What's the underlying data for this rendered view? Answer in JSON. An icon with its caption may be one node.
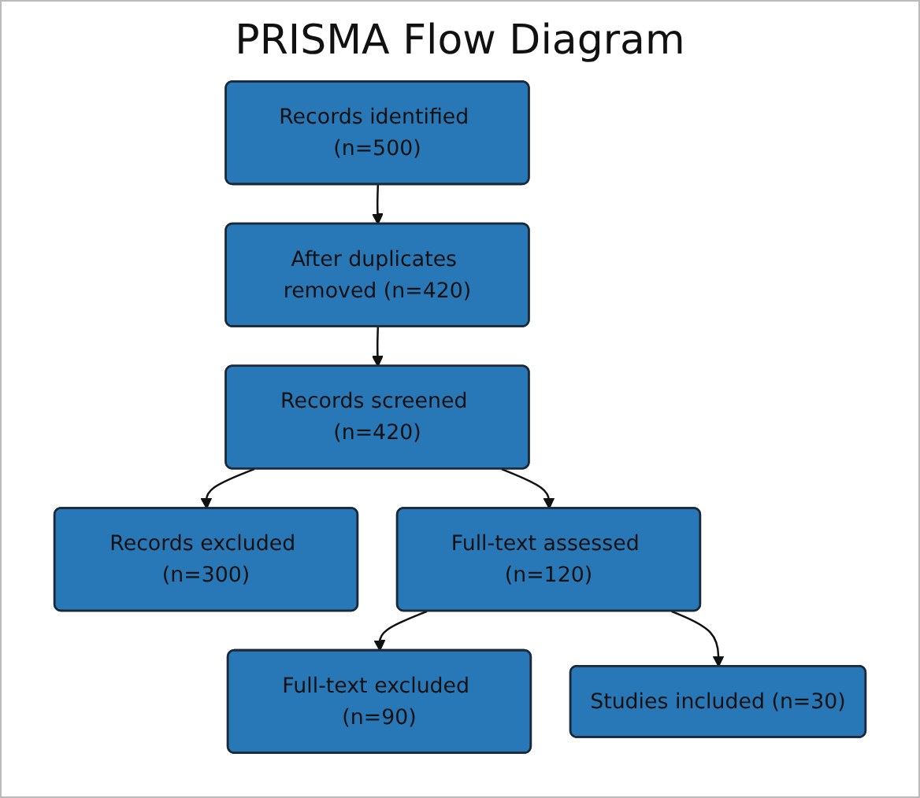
{
  "diagram": {
    "title": "PRISMA Flow Diagram",
    "nodes": [
      {
        "text": [
          "Records identified (n=500)"
        ]
      },
      {
        "text": [
          "After duplicates removed (n=420)"
        ]
      },
      {
        "text": [
          "Records screened (n=420)"
        ]
      },
      {
        "text": [
          "Records excluded (n=300)"
        ]
      },
      {
        "text": [
          "Full-text assessed (n=120)"
        ]
      },
      {
        "text": [
          "Full-text excluded (n=90)"
        ]
      },
      {
        "text": [
          "Studies included (n=30)"
        ]
      }
    ],
    "edges": [
      {
        "from": 0,
        "to": 1,
        "arrow": "to"
      },
      {
        "from": 1,
        "to": 2,
        "arrow": "to"
      },
      {
        "from": 2,
        "to": 3,
        "arrow": "to"
      },
      {
        "from": 2,
        "to": 4,
        "arrow": "to"
      },
      {
        "from": 4,
        "to": 5,
        "arrow": "to"
      },
      {
        "from": 4,
        "to": 6,
        "arrow": "to"
      }
    ]
  }
}
